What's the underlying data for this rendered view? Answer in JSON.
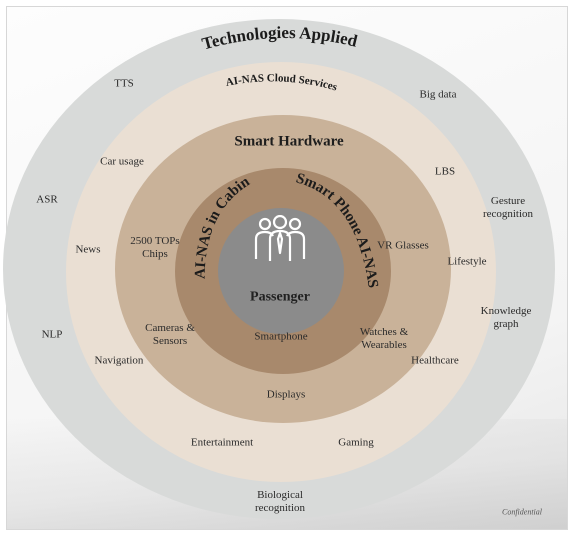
{
  "rings": {
    "technologies_title": "Technologies Applied",
    "cloud_title": "AI-NAS Cloud Services",
    "hardware_title": "Smart Hardware",
    "cabin_title": "AI-NAS in Cabin",
    "phone_title": "Smart Phone AI-NAS",
    "core_title": "Passenger"
  },
  "technologies": {
    "tts": "TTS",
    "big_data": "Big data",
    "lbs": "LBS",
    "gesture": "Gesture\nrecognition",
    "asr": "ASR",
    "nlp": "NLP",
    "knowledge": "Knowledge\ngraph",
    "biological": "Biological\nrecognition"
  },
  "cloud_services": {
    "car_usage": "Car usage",
    "news": "News",
    "navigation": "Navigation",
    "lifestyle": "Lifestyle",
    "healthcare": "Healthcare",
    "entertainment": "Entertainment",
    "gaming": "Gaming"
  },
  "hardware": {
    "chips": "2500 TOPs\nChips",
    "vr": "VR Glasses",
    "cameras": "Cameras &\nSensors",
    "watches": "Watches &\nWearables",
    "displays": "Displays",
    "smartphone": "Smartphone"
  },
  "footer": {
    "confidential": "Confidential"
  },
  "icons": {
    "core": "people-group-icon"
  },
  "colors": {
    "tech_ring": "#d8dad9",
    "cloud_ring": "#eadfd3",
    "hardware_ring": "#c9b299",
    "cabin_ring": "#a8896c",
    "core": "#8b8b8b"
  }
}
